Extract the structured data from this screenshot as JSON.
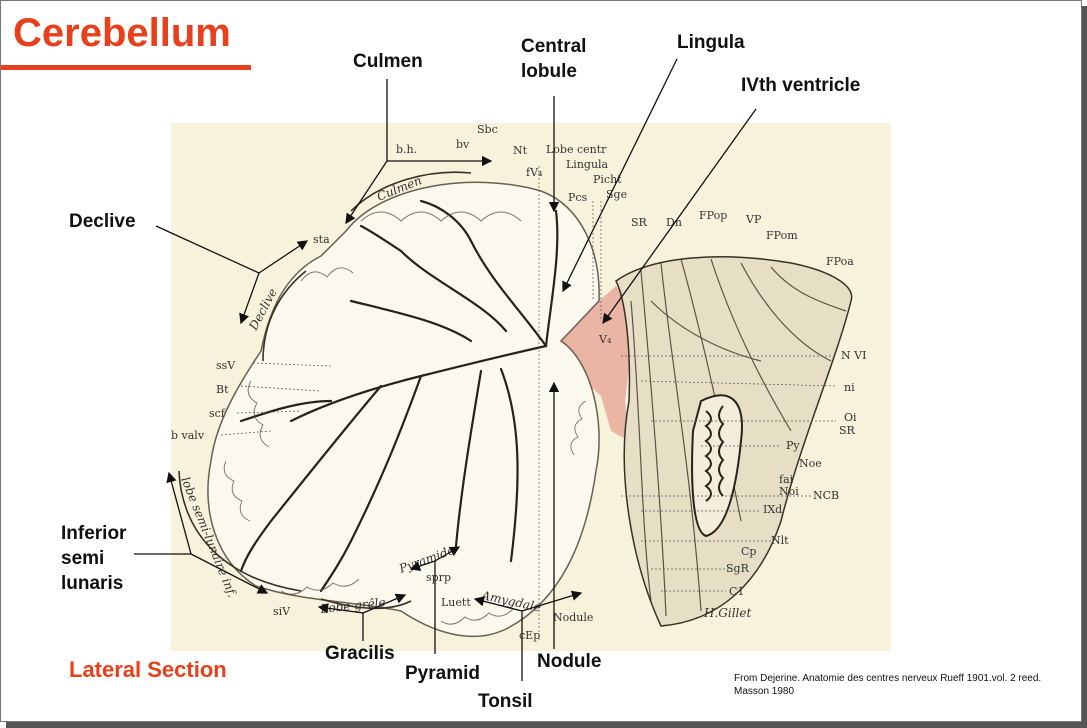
{
  "slide": {
    "title": "Cerebellum",
    "subtitle": "Lateral Section",
    "credit": "From Dejerine. Anatomie des centres nerveux Rueff 1901.vol. 2 reed. Masson 1980"
  },
  "labels": {
    "culmen": "Culmen",
    "central_lobule": "Central\nlobule",
    "lingula": "Lingula",
    "ivth_ventricle": "IVth ventricle",
    "declive": "Declive",
    "inferior_semi_lunaris": "Inferior\nsemi\nlunaris",
    "gracilis": "Gracilis",
    "pyramid": "Pyramid",
    "tonsil": "Tonsil",
    "nodule": "Nodule"
  },
  "plate_labels": {
    "bh": "b.h.",
    "bv": "bv",
    "sbc": "Sbc",
    "nt": "Nt",
    "fv4": "fV₄",
    "lobe_centr": "Lobe centr",
    "lingula": "Lingula",
    "pcs": "Pcs",
    "picht": "Picht",
    "sge": "Sge",
    "sr_top": "SR",
    "dn": "Dn",
    "fpop": "FPop",
    "vp": "VP",
    "fpom": "FPom",
    "fpoa": "FPoa",
    "sta": "sta",
    "culmen": "Culmen",
    "declive": "Declive",
    "ssv": "ssV",
    "bt": "Bt",
    "scf": "scf",
    "b_valv": "b valv",
    "v4": "V₄",
    "n_vi": "N VI",
    "ni": "ni",
    "oi": "Oi",
    "sr": "SR",
    "py": "Py",
    "noe": "Noe",
    "fai": "fai",
    "noi": "Noi",
    "ncb": "NCB",
    "ixd": "IXd",
    "nlt": "Nlt",
    "cp": "Cp",
    "sgr": "SgR",
    "c1": "C1",
    "lobe_semi": "lobe semi-lunaire inf.",
    "pyramide": "Pyramide",
    "sprp": "sprp",
    "lobe_grele": "Lobe grêle",
    "siv": "siV",
    "luett": "Luett",
    "amygdale": "Amygdale",
    "nodule": "Nodule",
    "cep": "cEp",
    "signature": "H.Gillet"
  },
  "colors": {
    "accent": "#e8401c",
    "plate_bg": "#f7f2dc",
    "ventricle": "#eab5a4",
    "tissue": "#fbf8ee",
    "ink": "#2a2218"
  }
}
